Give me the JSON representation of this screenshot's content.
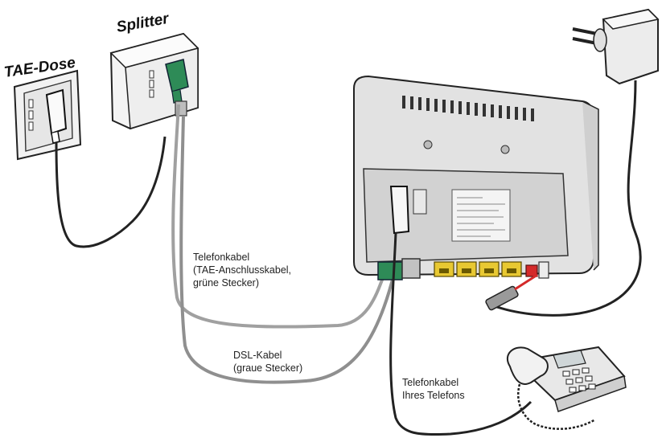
{
  "labels": {
    "tae_dose": "TAE-Dose",
    "splitter": "Splitter",
    "phone_cable_line1": "Telefonkabel",
    "phone_cable_line2": "(TAE-Anschlusskabel,",
    "phone_cable_line3": "grüne Stecker)",
    "dsl_cable_line1": "DSL-Kabel",
    "dsl_cable_line2": "(graue Stecker)",
    "own_phone_cable_line1": "Telefonkabel",
    "own_phone_cable_line2": "Ihres Telefons"
  },
  "icons": {
    "wall_socket": "tae-socket-icon",
    "splitter": "splitter-icon",
    "router": "router-icon",
    "power_adapter": "power-adapter-icon",
    "telephone": "telephone-icon"
  },
  "colors": {
    "green_plug": "#2e8b57",
    "yellow_port": "#e8c832",
    "red_plug": "#d42a2a",
    "device_gray": "#d9d9d9",
    "cable_gray": "#9a9a9a",
    "cable_black": "#222222"
  }
}
